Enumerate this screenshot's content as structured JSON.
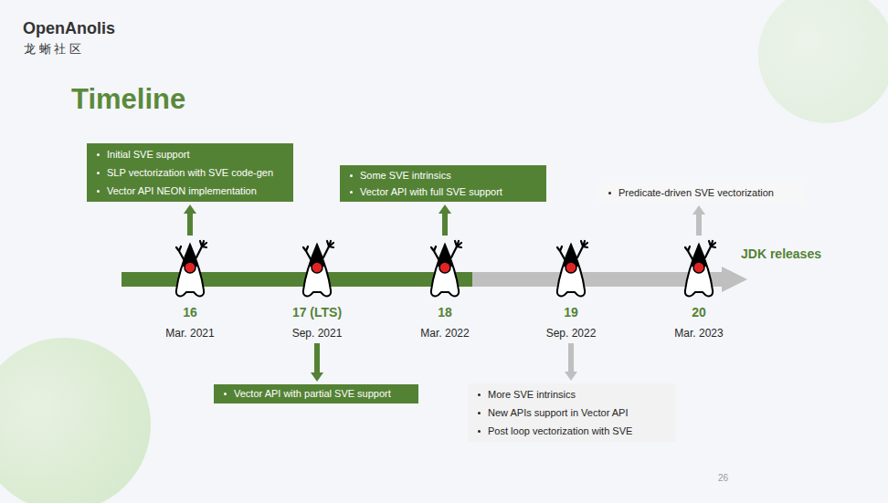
{
  "diagram": {
    "title": "Timeline",
    "nodes": [
      {
        "text": [
          "Initial SVE support",
          "SLP vectorization with SVE code-gen",
          "Vector API NEON implementation"
        ]
      },
      {
        "text": [
          "Some SVE intrinsics",
          "Vector API with full SVE support"
        ]
      },
      {
        "text": [
          "Predicate-driven SVE vectorization"
        ]
      },
      {
        "text": [
          "16",
          "Mar. 2021"
        ]
      },
      {
        "text": [
          "17 (LTS)",
          "Sep. 2021"
        ]
      },
      {
        "text": [
          "18",
          "Mar. 2022"
        ]
      },
      {
        "text": [
          "19",
          "Sep. 2022"
        ]
      },
      {
        "text": [
          "20",
          "Mar. 2023"
        ]
      },
      {
        "text": [
          "Vector API with partial SVE support"
        ]
      },
      {
        "text": [
          "More SVE intrinsics",
          "New APIs support in Vector API",
          "Post loop vectorization with SVE"
        ]
      }
    ],
    "edges": [
      {
        "from": 3,
        "to": 0,
        "arrow": "to"
      },
      {
        "from": 5,
        "to": 1,
        "arrow": "to"
      },
      {
        "from": 7,
        "to": 2,
        "arrow": "to"
      },
      {
        "from": 4,
        "to": 8,
        "arrow": "to"
      },
      {
        "from": 6,
        "to": 9,
        "arrow": "to"
      }
    ],
    "labels": [
      "OpenAnolis",
      "龙 蜥 社 区",
      "JDK releases",
      "26"
    ]
  }
}
